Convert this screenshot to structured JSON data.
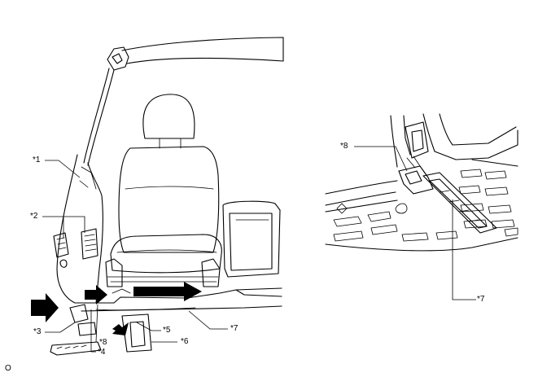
{
  "callouts": {
    "c1": "*1",
    "c2": "*2",
    "c3": "*3",
    "c4": "*4",
    "c5": "*5",
    "c6": "*6",
    "c7_left": "*7",
    "c8_left": "*8",
    "c8_right": "*8",
    "c7_right": "*7"
  },
  "footer_code": "O"
}
